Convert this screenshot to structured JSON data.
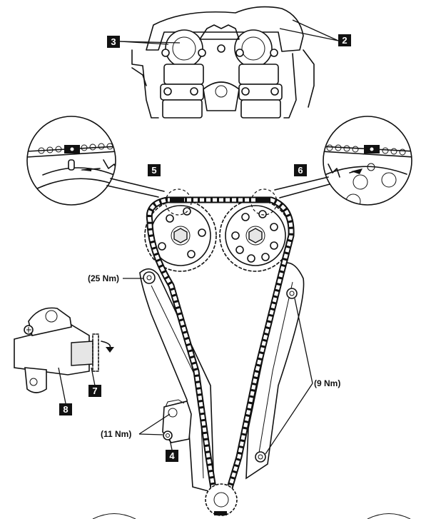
{
  "diagram": {
    "callouts": {
      "c2": "2",
      "c3": "3",
      "c4": "4",
      "c5": "5",
      "c6": "6",
      "c7": "7",
      "c8": "8"
    },
    "torques": {
      "guide_upper": "(25 Nm)",
      "tensioner_bolts": "(11 Nm)",
      "guide_right": "(9 Nm)"
    }
  }
}
